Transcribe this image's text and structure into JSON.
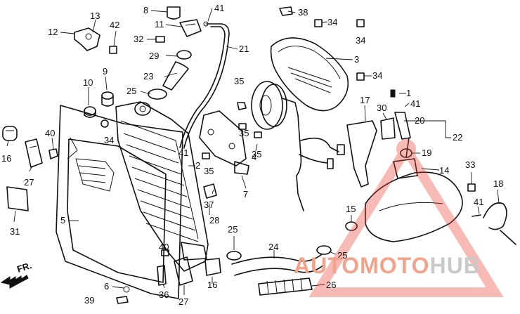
{
  "callouts": [
    {
      "id": "c1",
      "text": "1"
    },
    {
      "id": "c2",
      "text": "2"
    },
    {
      "id": "c3",
      "text": "3"
    },
    {
      "id": "c4",
      "text": "4"
    },
    {
      "id": "c5",
      "text": "5"
    },
    {
      "id": "c6",
      "text": "6"
    },
    {
      "id": "c7",
      "text": "7"
    },
    {
      "id": "c8",
      "text": "8"
    },
    {
      "id": "c9",
      "text": "9"
    },
    {
      "id": "c10",
      "text": "10"
    },
    {
      "id": "c11",
      "text": "11"
    },
    {
      "id": "c12",
      "text": "12"
    },
    {
      "id": "c13",
      "text": "13"
    },
    {
      "id": "c14",
      "text": "14"
    },
    {
      "id": "c15",
      "text": "15"
    },
    {
      "id": "c16a",
      "text": "16"
    },
    {
      "id": "c16b",
      "text": "16"
    },
    {
      "id": "c17",
      "text": "17"
    },
    {
      "id": "c18",
      "text": "18"
    },
    {
      "id": "c19",
      "text": "19"
    },
    {
      "id": "c20",
      "text": "20"
    },
    {
      "id": "c21",
      "text": "21"
    },
    {
      "id": "c22",
      "text": "22"
    },
    {
      "id": "c23",
      "text": "23"
    },
    {
      "id": "c24",
      "text": "24"
    },
    {
      "id": "c25a",
      "text": "25"
    },
    {
      "id": "c25b",
      "text": "25"
    },
    {
      "id": "c25c",
      "text": "25"
    },
    {
      "id": "c26",
      "text": "26"
    },
    {
      "id": "c27a",
      "text": "27"
    },
    {
      "id": "c27b",
      "text": "27"
    },
    {
      "id": "c28",
      "text": "28"
    },
    {
      "id": "c29",
      "text": "29"
    },
    {
      "id": "c30",
      "text": "30"
    },
    {
      "id": "c31",
      "text": "31"
    },
    {
      "id": "c32",
      "text": "32"
    },
    {
      "id": "c33",
      "text": "33"
    },
    {
      "id": "c34a",
      "text": "34"
    },
    {
      "id": "c34b",
      "text": "34"
    },
    {
      "id": "c34c",
      "text": "34"
    },
    {
      "id": "c34d",
      "text": "34"
    },
    {
      "id": "c35a",
      "text": "35"
    },
    {
      "id": "c35b",
      "text": "35"
    },
    {
      "id": "c35c",
      "text": "35"
    },
    {
      "id": "c35d",
      "text": "35"
    },
    {
      "id": "c36",
      "text": "36"
    },
    {
      "id": "c37",
      "text": "37"
    },
    {
      "id": "c38",
      "text": "38"
    },
    {
      "id": "c39",
      "text": "39"
    },
    {
      "id": "c40a",
      "text": "40"
    },
    {
      "id": "c40b",
      "text": "40"
    },
    {
      "id": "c41a",
      "text": "41"
    },
    {
      "id": "c41b",
      "text": "41"
    },
    {
      "id": "c41c",
      "text": "41"
    },
    {
      "id": "c41d",
      "text": "41"
    },
    {
      "id": "c42",
      "text": "42"
    }
  ],
  "direction_label": "FR.",
  "watermark": {
    "part_a": "AUTOMOTO",
    "part_b": "HUB",
    "color_a": "#f0a48c",
    "color_b": "#c9c9c9",
    "logo_color": "#e8392a"
  }
}
